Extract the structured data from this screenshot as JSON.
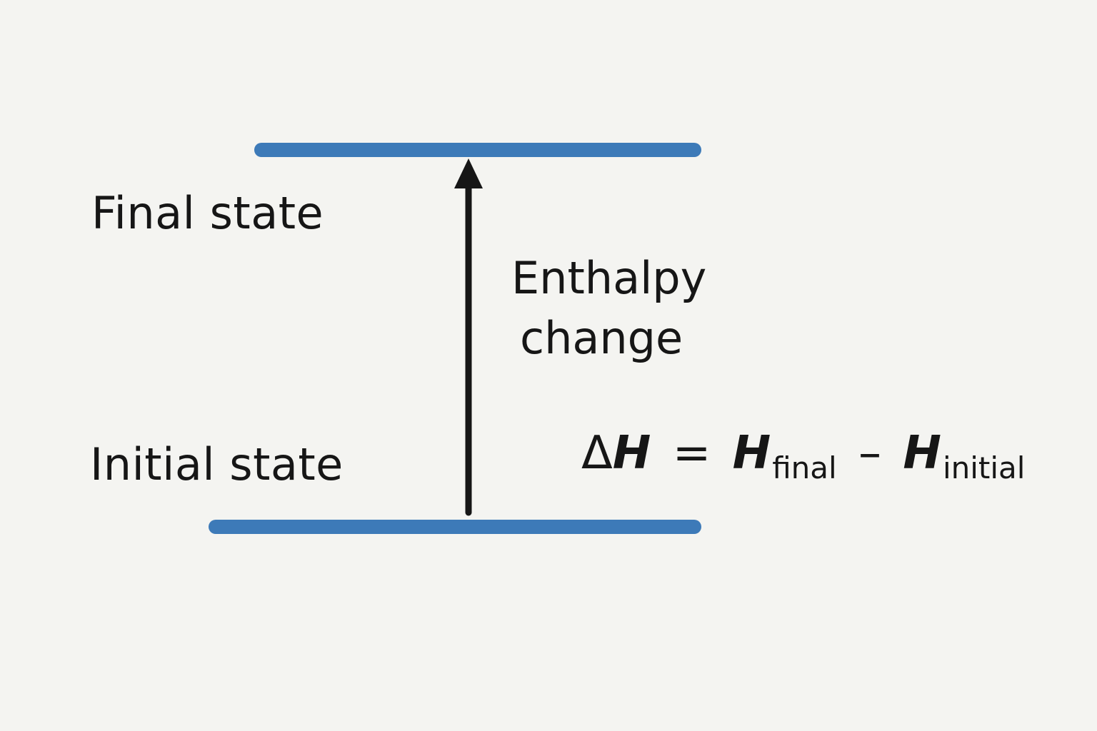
{
  "diagram": {
    "labels": {
      "final_state": "Final state",
      "initial_state": "Initial state",
      "arrow_label_line1": "Enthalpy",
      "arrow_label_line2": "change"
    },
    "equation": {
      "delta_symbol": "Δ",
      "lhs_var": "H",
      "equals": "=",
      "term1_var": "H",
      "term1_sub": "final",
      "minus": "–",
      "term2_var": "H",
      "term2_sub": "initial"
    },
    "colors": {
      "level_line": "#3d7ab8",
      "arrow": "#161616",
      "text": "#161616",
      "background": "#f4f4f1"
    }
  }
}
